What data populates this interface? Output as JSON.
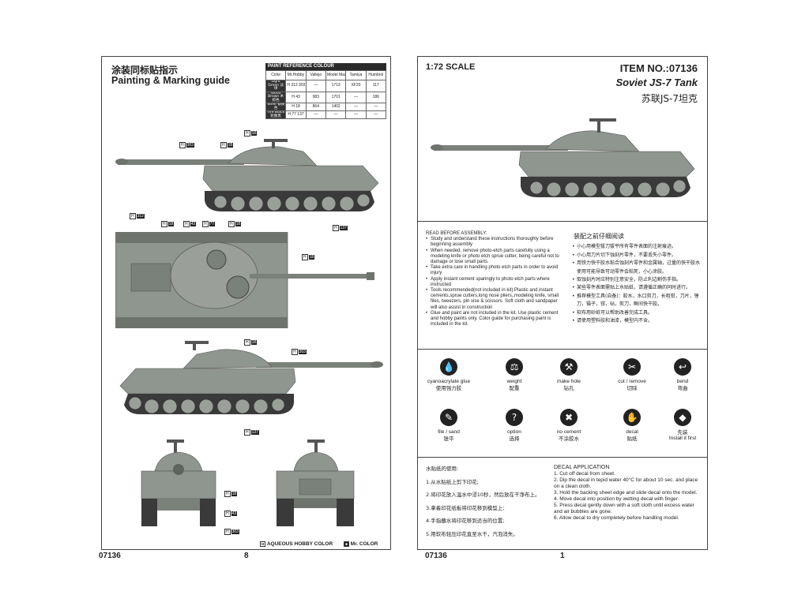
{
  "left_page": {
    "title_cn": "涂装同标贴指示",
    "title_en": "Painting & Marking guide",
    "paint_table": {
      "heading": "PAINT  REFERENCE COLOUR",
      "columns": [
        "Color",
        "Mr.Hobby",
        "Vallejo",
        "Model Master",
        "Tamiya",
        "Humbrol"
      ],
      "rows": [
        {
          "color": "Light Green 淡绿",
          "mr_hobby": "H 312 303",
          "vallejo": "—",
          "model_master": "1713",
          "tamiya": "XF20",
          "humbrol": "117"
        },
        {
          "color": "Wood Brown 木棕色",
          "mr_hobby": "H 43",
          "vallejo": "983",
          "model_master": "1701",
          "tamiya": "—",
          "humbrol": "186"
        },
        {
          "color": "Steel 钢铁色",
          "mr_hobby": "H 18",
          "vallejo": "864",
          "model_master": "1402",
          "tamiya": "—",
          "humbrol": "—"
        },
        {
          "color": "Tire Black 轮胎黑",
          "mr_hobby": "H 77 137",
          "vallejo": "—",
          "model_master": "—",
          "tamiya": "—",
          "humbrol": "—"
        }
      ]
    },
    "callouts": {
      "h": "H",
      "c18": "18",
      "c303": "303",
      "c312": "312",
      "c43": "43",
      "c77": "77",
      "c137": "137"
    },
    "legend_aqueous": "AQUEOUS HOBBY COLOR",
    "legend_mr": "Mr. COLOR",
    "footer_code": "07136",
    "page_number": "8"
  },
  "right_page": {
    "scale": "1:72 SCALE",
    "item_no": "ITEM NO.:07136",
    "name_en": "Soviet JS-7 Tank",
    "name_cn": "苏联JS-7坦克",
    "read_title_en": "READ BEFORE ASSEMBLY:",
    "read_items_en": [
      "Study and understand these instructions thoroughly before beginning assembly",
      "When needed, remove photo-etch parts carefully using a modeling knife or photo etch sprue cutter, being careful not to damage or lose small parts.",
      "Take extra care in handling photo etch parts in order to avoid injury",
      "Apply instant cement sparingly to photo etch parts where instructed",
      "Tools recommended(not included in kit):Plastic and instant cements,sprue cutters,long nose pliers,,modeling knife, small files, tweezers, pin vise & scissors. Soft cloth and sandpaper will also assist in construction",
      "Glue and paint are not included in the kit. Use plastic cement and hobby paints only. Color guide for purchasing paint is included in the kit."
    ],
    "read_title_cn": "装配之前仔细阅读",
    "read_items_cn": [
      "小心用模型拔刀拔平所有零件表面的注射痕迹。",
      "小心用刀片切下蚀刻片零件，不要丢失小零件。",
      "用铁力快干胶水粘合蚀刻片零件和金属轴，过量的快干胶水使用可能导致可动零件会粘死，小心涂胶。",
      "取蚀刻片时应特别注意安全，防止利边割伤手指。",
      "某些零件表面需贴上水贴纸，请遵循正确的同时进行。",
      "推荐模型工具(自备)：胶水，水口剪刀，长咀钳，刀片，锉刀，镊子，钳，砧，剪刀，瞬间快干胶。",
      "软布用砂纸可以帮助改善完成工具。",
      "请使用塑料胶和油漆，模型内不含。"
    ],
    "icons": [
      {
        "icon": "glue-drop-icon",
        "glyph": "💧",
        "en": "cyanoacrylate glue",
        "cn": "使用强力胶"
      },
      {
        "icon": "weight-icon",
        "glyph": "⚖",
        "en": "weight",
        "cn": "配重"
      },
      {
        "icon": "drill-icon",
        "glyph": "⚒",
        "en": "make hole",
        "cn": "钻孔"
      },
      {
        "icon": "knife-icon",
        "glyph": "✂",
        "en": "cut / remove",
        "cn": "切除"
      },
      {
        "icon": "bend-icon",
        "glyph": "↩",
        "en": "bend",
        "cn": "弯曲"
      },
      {
        "icon": "file-icon",
        "glyph": "✎",
        "en": "file / sand",
        "cn": "锉平"
      },
      {
        "icon": "option-icon",
        "glyph": "?",
        "en": "option",
        "cn": "选择"
      },
      {
        "icon": "no-cement-icon",
        "glyph": "✖",
        "en": "no cement",
        "cn": "不涂胶水"
      },
      {
        "icon": "decal-icon",
        "glyph": "✋",
        "en": "decal",
        "cn": "贴纸"
      },
      {
        "icon": "install-first-icon",
        "glyph": "◆",
        "en": "先装",
        "cn": "Install it first"
      }
    ],
    "decal_title_cn": "水贴纸的使用:",
    "decal_steps_cn": [
      "1.从水贴纸上剪下印花;",
      "2.将印花放入温水中浸10秒，然后放在干净布上。",
      "3.拿着印花纸板将印花移到模型上;",
      "4.手指蘸水将印花移到适当的位置;",
      "5.用软布轻压印花直至水干，汽泡消失。"
    ],
    "decal_title_en": "DECAL APPLICATION",
    "decal_steps_en": [
      "1. Cut off decal from sheet.",
      "2. Dip the decal in tepid water 40°C for about 10 sec. and place on a clean cloth.",
      "3. Hold the backing sheet edge and slide decal onto the model.",
      "4. Move decal into position by wetting decal with finger.",
      "5. Press decal gently down with a soft cloth until excess water and air bubbles are gone.",
      "6. Allow decal to dry completely before handling model."
    ],
    "footer_code": "07136",
    "page_number": "1"
  },
  "colors": {
    "hull": "#8f958f",
    "hull_dark": "#6e736e",
    "track": "#3a3a3a",
    "ink": "#222222"
  }
}
